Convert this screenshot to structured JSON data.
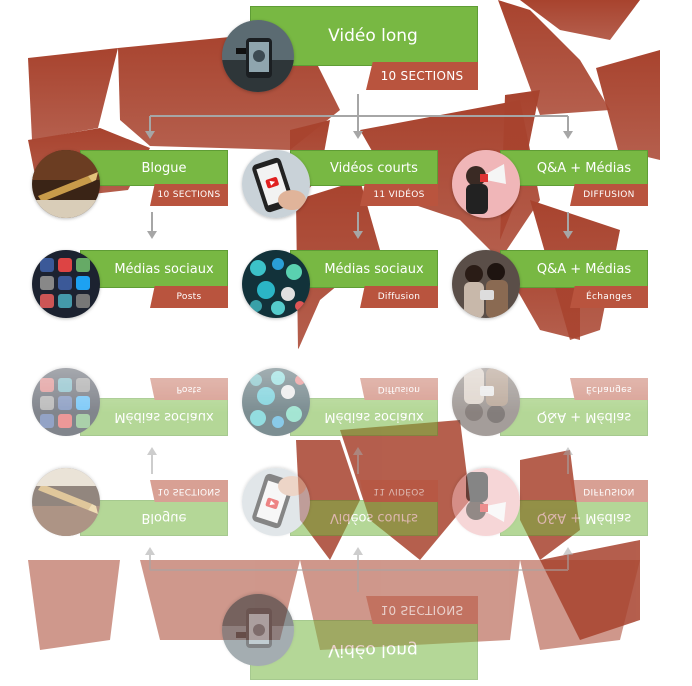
{
  "top": {
    "title": "Vidéo long",
    "subtitle": "10 SECTIONS",
    "icon": "phone-camera-photo"
  },
  "nodes": [
    {
      "title": "Blogue",
      "subtitle": "10 SECTIONS",
      "icon": "fountain-pen-photo"
    },
    {
      "title": "Vidéos courts",
      "subtitle": "11 VIDÉOS",
      "icon": "phone-video-photo"
    },
    {
      "title": "Q&A + Médias",
      "subtitle": "DIFFUSION",
      "icon": "megaphone-photo"
    },
    {
      "title": "Médias sociaux",
      "subtitle": "Posts",
      "icon": "social-apps-photo"
    },
    {
      "title": "Médias sociaux",
      "subtitle": "Diffusion",
      "icon": "social-bubbles-photo"
    },
    {
      "title": "Q&A + Médias",
      "subtitle": "Échanges",
      "icon": "two-women-photo"
    }
  ],
  "colors": {
    "green": "#78b843",
    "red": "#b9543e",
    "arrow": "#a6a6a6",
    "shard": "#a8432e"
  }
}
